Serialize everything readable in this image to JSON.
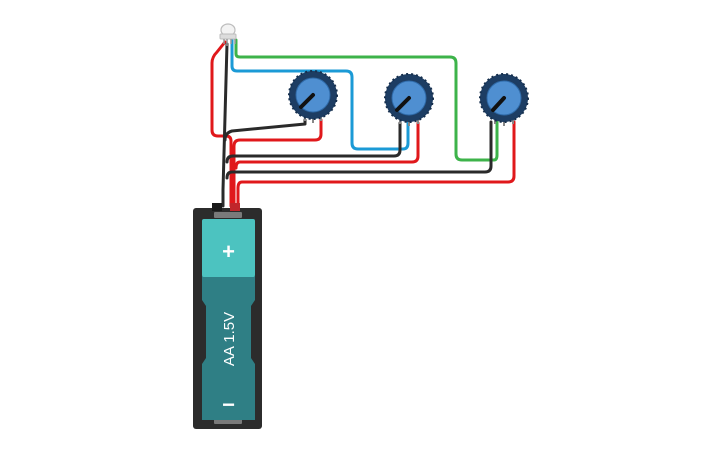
{
  "battery": {
    "plus_label": "+",
    "minus_label": "−",
    "cell_label": "AA 1.5V"
  },
  "colors": {
    "wire_red": "#e0181b",
    "wire_black": "#2a2a2a",
    "wire_blue": "#1b9ad6",
    "wire_green": "#3db34a",
    "battery_teal": "#4cc3c0",
    "battery_body": "#2f7f85",
    "battery_holder": "#2c2c2c",
    "pot_knob": "#4f8fd1",
    "pot_ring": "#1d3d63"
  },
  "components": {
    "led": "rgb-led-icon",
    "potentiometers": [
      "potentiometer-1",
      "potentiometer-2",
      "potentiometer-3"
    ]
  }
}
